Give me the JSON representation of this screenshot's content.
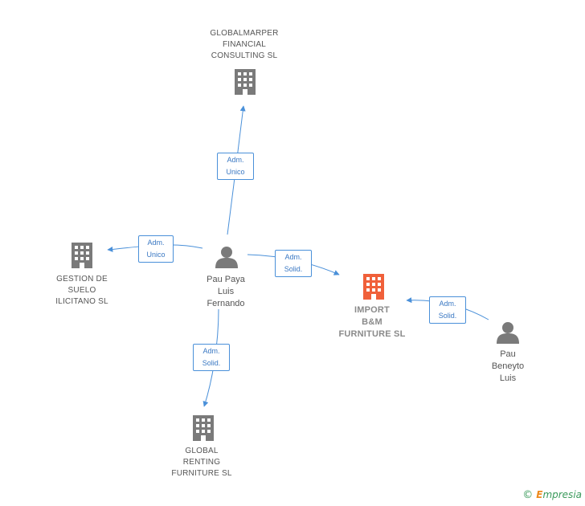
{
  "nodes": {
    "globalmarper": {
      "label": "GLOBALMARPER\nFINANCIAL\nCONSULTING SL",
      "icon": "building-icon"
    },
    "gestion": {
      "label": "GESTION DE\nSUELO\nILICITANO SL",
      "icon": "building-icon"
    },
    "pau_paya": {
      "label": "Pau Paya\nLuis\nFernando",
      "icon": "person-icon"
    },
    "import_bm": {
      "label": "IMPORT\nB&M\nFURNITURE SL",
      "icon": "building-icon"
    },
    "pau_beneyto": {
      "label": "Pau\nBeneyto\nLuis",
      "icon": "person-icon"
    },
    "global_renting": {
      "label": "GLOBAL\nRENTING\nFURNITURE SL",
      "icon": "building-icon"
    }
  },
  "edges": {
    "to_globalmarper": "Adm.\nUnico",
    "to_gestion": "Adm.\nUnico",
    "to_import": "Adm.\nSolid.",
    "beneyto_to_import": "Adm.\nSolid.",
    "to_global_renting": "Adm.\nSolid."
  },
  "colors": {
    "edge": "#4a90d9",
    "icon_grey": "#7a7a7a",
    "icon_main": "#f0603a"
  },
  "brand": {
    "copyright": "©",
    "initial": "E",
    "rest": "mpresia"
  }
}
